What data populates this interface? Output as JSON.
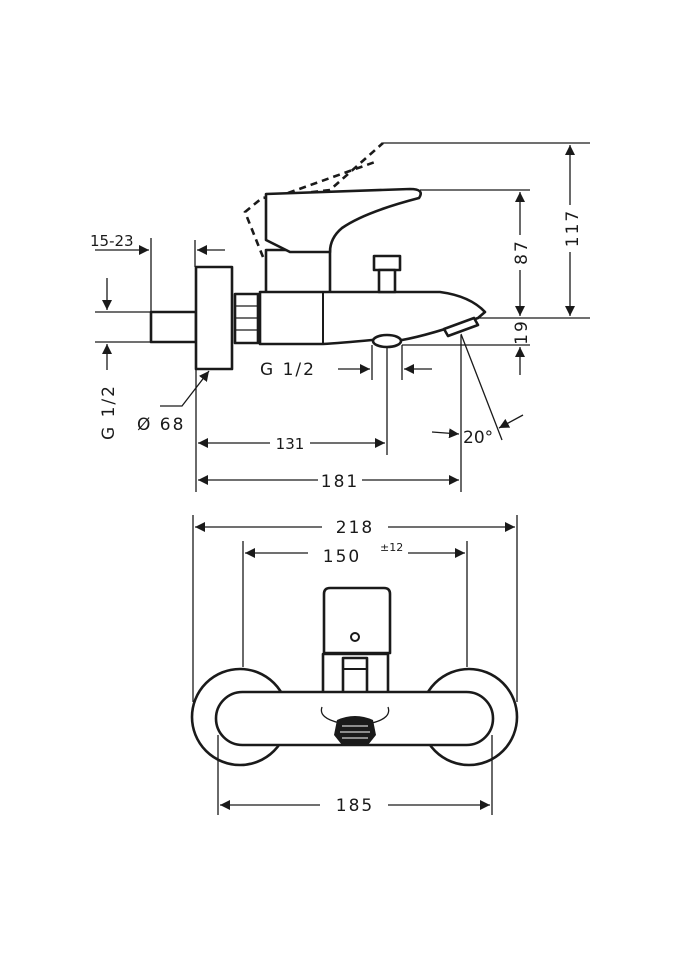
{
  "side_view": {
    "dim_total_height": "117",
    "dim_lever_height": "87",
    "dim_spout_height": "19",
    "dim_wall_range": "15-23",
    "dim_inlet_thread": "G 1/2",
    "dim_flange_diameter": "Ø 68",
    "dim_outlet_thread": "G 1/2",
    "dim_outlet_distance": "131",
    "dim_spout_projection": "181",
    "dim_spout_angle": "20°"
  },
  "front_view": {
    "dim_overall_width": "218",
    "dim_center_distance": "150",
    "dim_center_tolerance": "±12",
    "dim_bar_width": "185"
  }
}
